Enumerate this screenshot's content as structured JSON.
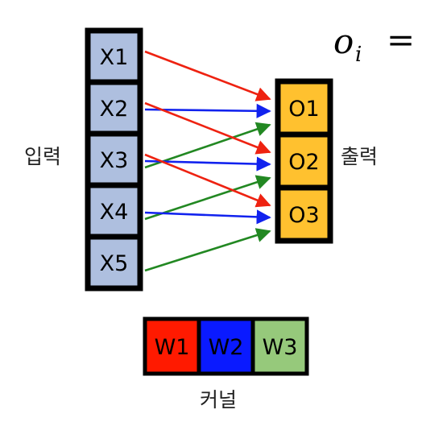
{
  "formula": {
    "lhs": "o",
    "subscript": "i",
    "equals": "="
  },
  "inputs": {
    "label": "입력",
    "color": "#aebfdf",
    "items": [
      "X1",
      "X2",
      "X3",
      "X4",
      "X5"
    ]
  },
  "outputs": {
    "label": "출력",
    "color": "#ffc12f",
    "items": [
      "O1",
      "O2",
      "O3"
    ]
  },
  "kernel": {
    "label": "커널",
    "weights": [
      {
        "label": "W1",
        "color": "#ff1a00"
      },
      {
        "label": "W2",
        "color": "#0a1aff"
      },
      {
        "label": "W3",
        "color": "#96c97b"
      }
    ]
  },
  "connections": [
    {
      "from": "X1",
      "to": "O1",
      "weight": "W1",
      "color": "#ee2211"
    },
    {
      "from": "X2",
      "to": "O1",
      "weight": "W2",
      "color": "#1122ee"
    },
    {
      "from": "X3",
      "to": "O1",
      "weight": "W3",
      "color": "#228822"
    },
    {
      "from": "X2",
      "to": "O2",
      "weight": "W1",
      "color": "#ee2211"
    },
    {
      "from": "X3",
      "to": "O2",
      "weight": "W2",
      "color": "#1122ee"
    },
    {
      "from": "X4",
      "to": "O2",
      "weight": "W3",
      "color": "#228822"
    },
    {
      "from": "X3",
      "to": "O3",
      "weight": "W1",
      "color": "#ee2211"
    },
    {
      "from": "X4",
      "to": "O3",
      "weight": "W2",
      "color": "#1122ee"
    },
    {
      "from": "X5",
      "to": "O3",
      "weight": "W3",
      "color": "#228822"
    }
  ]
}
